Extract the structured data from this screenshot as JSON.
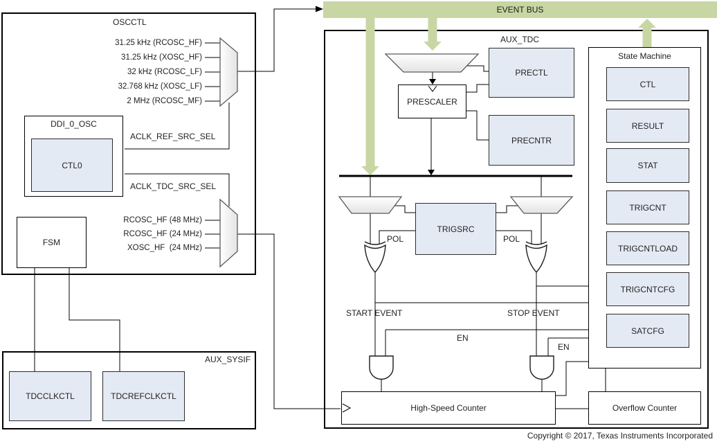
{
  "event_bus": {
    "label": "EVENT BUS"
  },
  "oscctl": {
    "label": "OSCCTL",
    "ref_clock_sources": [
      "31.25 kHz (RCOSC_HF)",
      "31.25 kHz (XOSC_HF)",
      "32 kHz (RCOSC_LF)",
      "32.768 kHz (XOSC_LF)",
      "2 MHz (RCOSC_MF)"
    ],
    "aclk_ref_src_sel": "ACLK_REF_SRC_SEL",
    "aclk_tdc_src_sel": "ACLK_TDC_SRC_SEL",
    "tdc_clock_sources": [
      "RCOSC_HF (48 MHz)",
      "RCOSC_HF (24 MHz)",
      "XOSC_HF  (24 MHz)"
    ],
    "ddi_0_osc": {
      "label": "DDI_0_OSC",
      "register": "CTL0"
    },
    "fsm": "FSM"
  },
  "aux_sysif": {
    "label": "AUX_SYSIF",
    "registers": [
      "TDCCLKCTL",
      "TDCREFCLKCTL"
    ]
  },
  "aux_tdc": {
    "label": "AUX_TDC",
    "prectl": "PRECTL",
    "prescaler": "PRESCALER",
    "precntr": "PRECNTR",
    "trigsrc": "TRIGSRC",
    "pol": "POL",
    "en": "EN",
    "start_event": "START EVENT",
    "stop_event": "STOP EVENT",
    "high_speed_counter": "High-Speed Counter",
    "overflow_counter": "Overflow Counter",
    "state_machine": {
      "label": "State Machine",
      "registers": [
        "CTL",
        "RESULT",
        "STAT",
        "TRIGCNT",
        "TRIGCNTLOAD",
        "TRIGCNTCFG",
        "SATCFG"
      ]
    }
  },
  "footer": {
    "copyright": "Copyright © 2017, Texas Instruments Incorporated"
  },
  "colors": {
    "event_bus_green": "#c8d6a3",
    "register_fill": "#e4eaf4",
    "mux_stroke": "#5a5a5a",
    "line": "#000000"
  }
}
